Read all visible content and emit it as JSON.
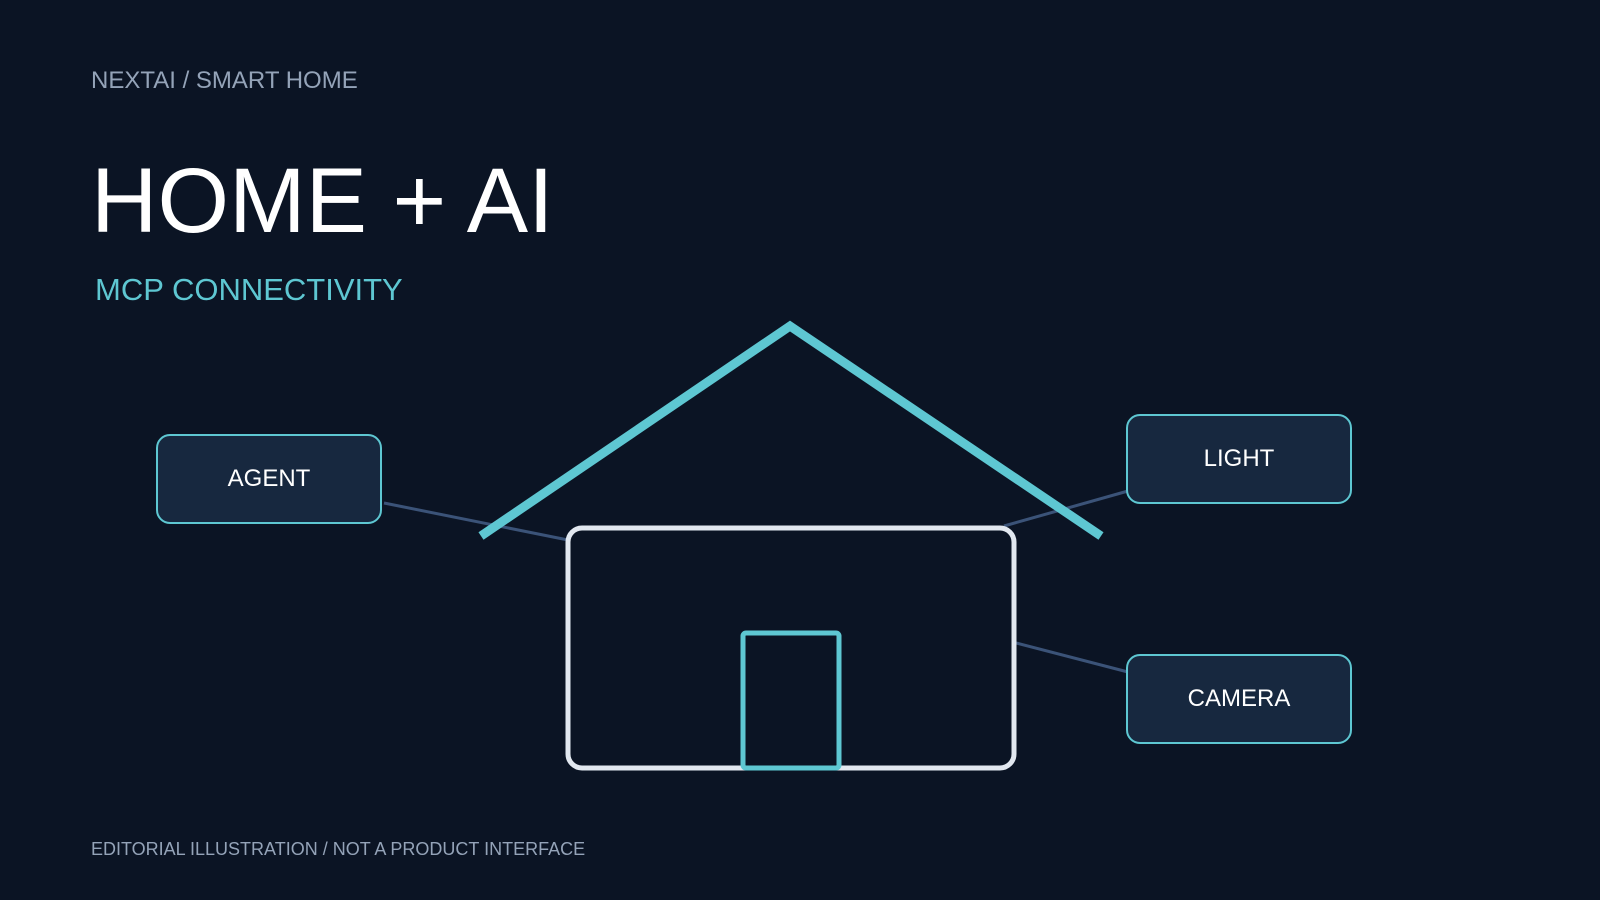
{
  "header": {
    "eyebrow": "NEXTAI / SMART HOME",
    "title": "HOME + AI",
    "subtitle": "MCP CONNECTIVITY"
  },
  "nodes": {
    "agent": "AGENT",
    "light": "LIGHT",
    "camera": "CAMERA"
  },
  "footer": {
    "note": "EDITORIAL ILLUSTRATION / NOT A PRODUCT INTERFACE"
  },
  "colors": {
    "background": "#0b1424",
    "accent": "#5ec7d2",
    "house_outline": "#e2e8f0",
    "connector": "#3b5378",
    "node_fill": "#17283f",
    "muted_text": "#94a3b8"
  }
}
